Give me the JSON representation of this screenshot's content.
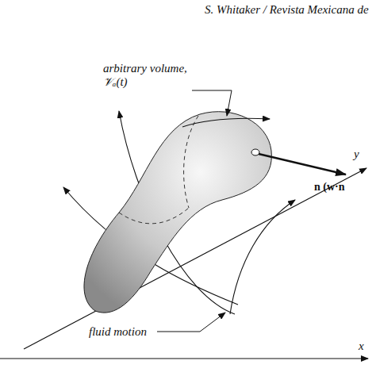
{
  "diagram": {
    "labels": [
      "S. Whitaker / Revista Mexicana de",
      "arbitrary volume, 𝒱ₐ(t)",
      "y",
      "n (w·n",
      "fluid motion",
      "x"
    ]
  }
}
